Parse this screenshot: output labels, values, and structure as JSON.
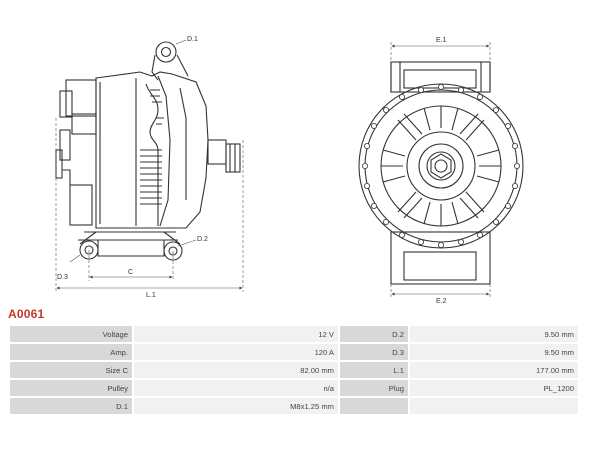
{
  "drawing": {
    "labels": {
      "d1": "D.1",
      "d2": "D.2",
      "d3": "D.3",
      "c": "C",
      "l1": "L.1",
      "e1": "E.1",
      "e2": "E.2"
    }
  },
  "part_code": "A0061",
  "specs": [
    {
      "label": "Voltage",
      "value": "12 V",
      "label2": "D.2",
      "value2": "9.50 mm"
    },
    {
      "label": "Amp.",
      "value": "120 A",
      "label2": "D.3",
      "value2": "9.50 mm"
    },
    {
      "label": "Size C",
      "value": "82.00 mm",
      "label2": "L.1",
      "value2": "177.00 mm"
    },
    {
      "label": "Pulley",
      "value": "n/a",
      "label2": "Plug",
      "value2": "PL_1200"
    },
    {
      "label": "D.1",
      "value": "M8x1.25 mm",
      "label2": "",
      "value2": ""
    }
  ]
}
